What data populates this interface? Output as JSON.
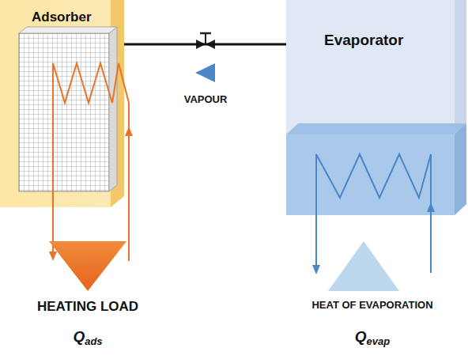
{
  "diagram": {
    "nodes": [
      {
        "text": [
          "Adsorber"
        ]
      },
      {
        "text": [
          "Evaporator"
        ]
      }
    ],
    "edges": [
      {
        "from": 0,
        "to": 1,
        "arrow": "none"
      }
    ],
    "labels": [
      "VAPOUR",
      "HEATING LOAD",
      "Q",
      "ads",
      "HEAT OF EVAPORATION",
      "Q",
      "evap"
    ]
  }
}
